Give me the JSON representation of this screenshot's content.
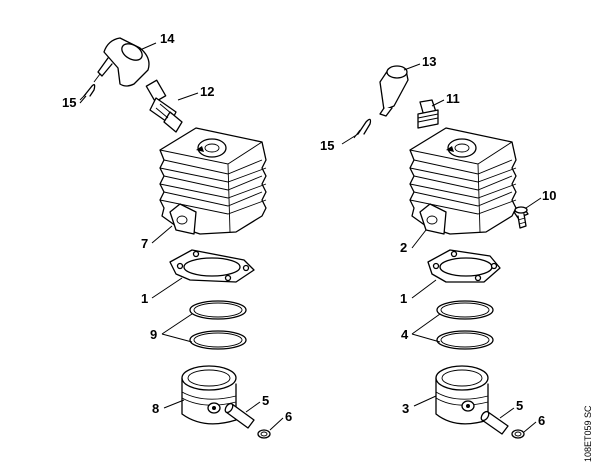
{
  "diagram_code": "108ET059 SC",
  "callouts": {
    "left": {
      "c14": "14",
      "c15": "15",
      "c12": "12",
      "c7": "7",
      "c1": "1",
      "c9": "9",
      "c8": "8",
      "c5": "5",
      "c6": "6"
    },
    "right": {
      "c13": "13",
      "c11": "11",
      "c15": "15",
      "c10": "10",
      "c2": "2",
      "c1": "1",
      "c4": "4",
      "c3": "3",
      "c5": "5",
      "c6": "6"
    }
  }
}
